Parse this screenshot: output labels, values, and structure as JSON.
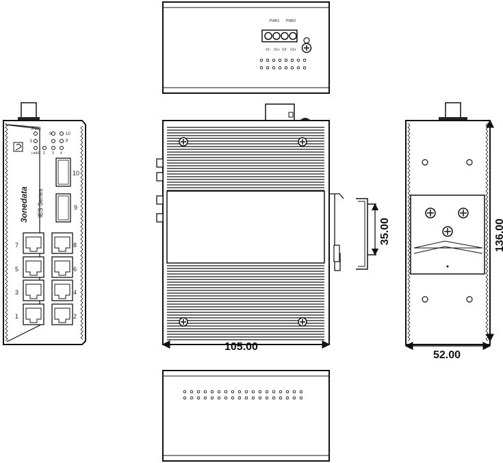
{
  "dimensions": {
    "width": "105.00",
    "height": "136.00",
    "depth": "52.00",
    "rail": "35.00"
  },
  "front_panel": {
    "brand": "3onedata",
    "series": "IES Series",
    "leds": {
      "pwr": "PWR",
      "link": "Link1",
      "p1": "1",
      "p2": "2",
      "p3": "3",
      "p4": "4",
      "p5": "5",
      "p8": "8",
      "p9": "9",
      "p10": "10"
    },
    "fiber_ports": [
      "10",
      "9"
    ],
    "left_ports": [
      "7",
      "5",
      "3",
      "1"
    ],
    "right_ports": [
      "8",
      "6",
      "4",
      "2"
    ]
  },
  "top_panel": {
    "pwr1": "PWR1",
    "pwr2": "PWR2",
    "terminals": [
      "V1-",
      "V1+",
      "V2-",
      "V2+"
    ]
  }
}
